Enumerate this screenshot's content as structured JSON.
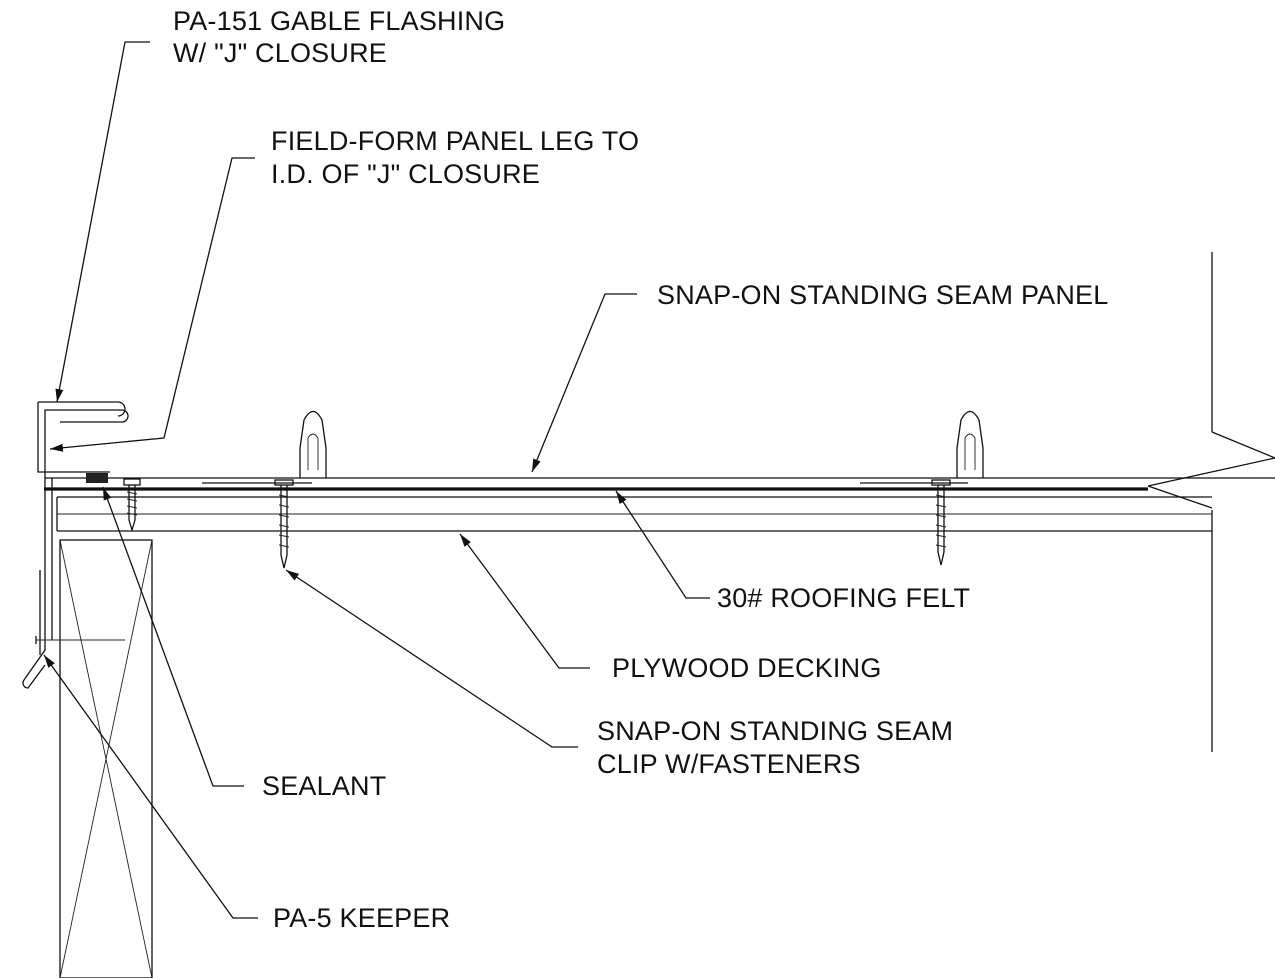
{
  "labels": {
    "gable_flashing_1": "PA-151 GABLE FLASHING",
    "gable_flashing_2": "W/ \"J\" CLOSURE",
    "field_form_1": "FIELD-FORM PANEL LEG TO",
    "field_form_2": "I.D. OF \"J\" CLOSURE",
    "panel": "SNAP-ON STANDING SEAM PANEL",
    "felt": "30# ROOFING FELT",
    "plywood": "PLYWOOD DECKING",
    "clip_1": "SNAP-ON STANDING SEAM",
    "clip_2": "CLIP W/FASTENERS",
    "sealant": "SEALANT",
    "keeper": "PA-5 KEEPER"
  }
}
